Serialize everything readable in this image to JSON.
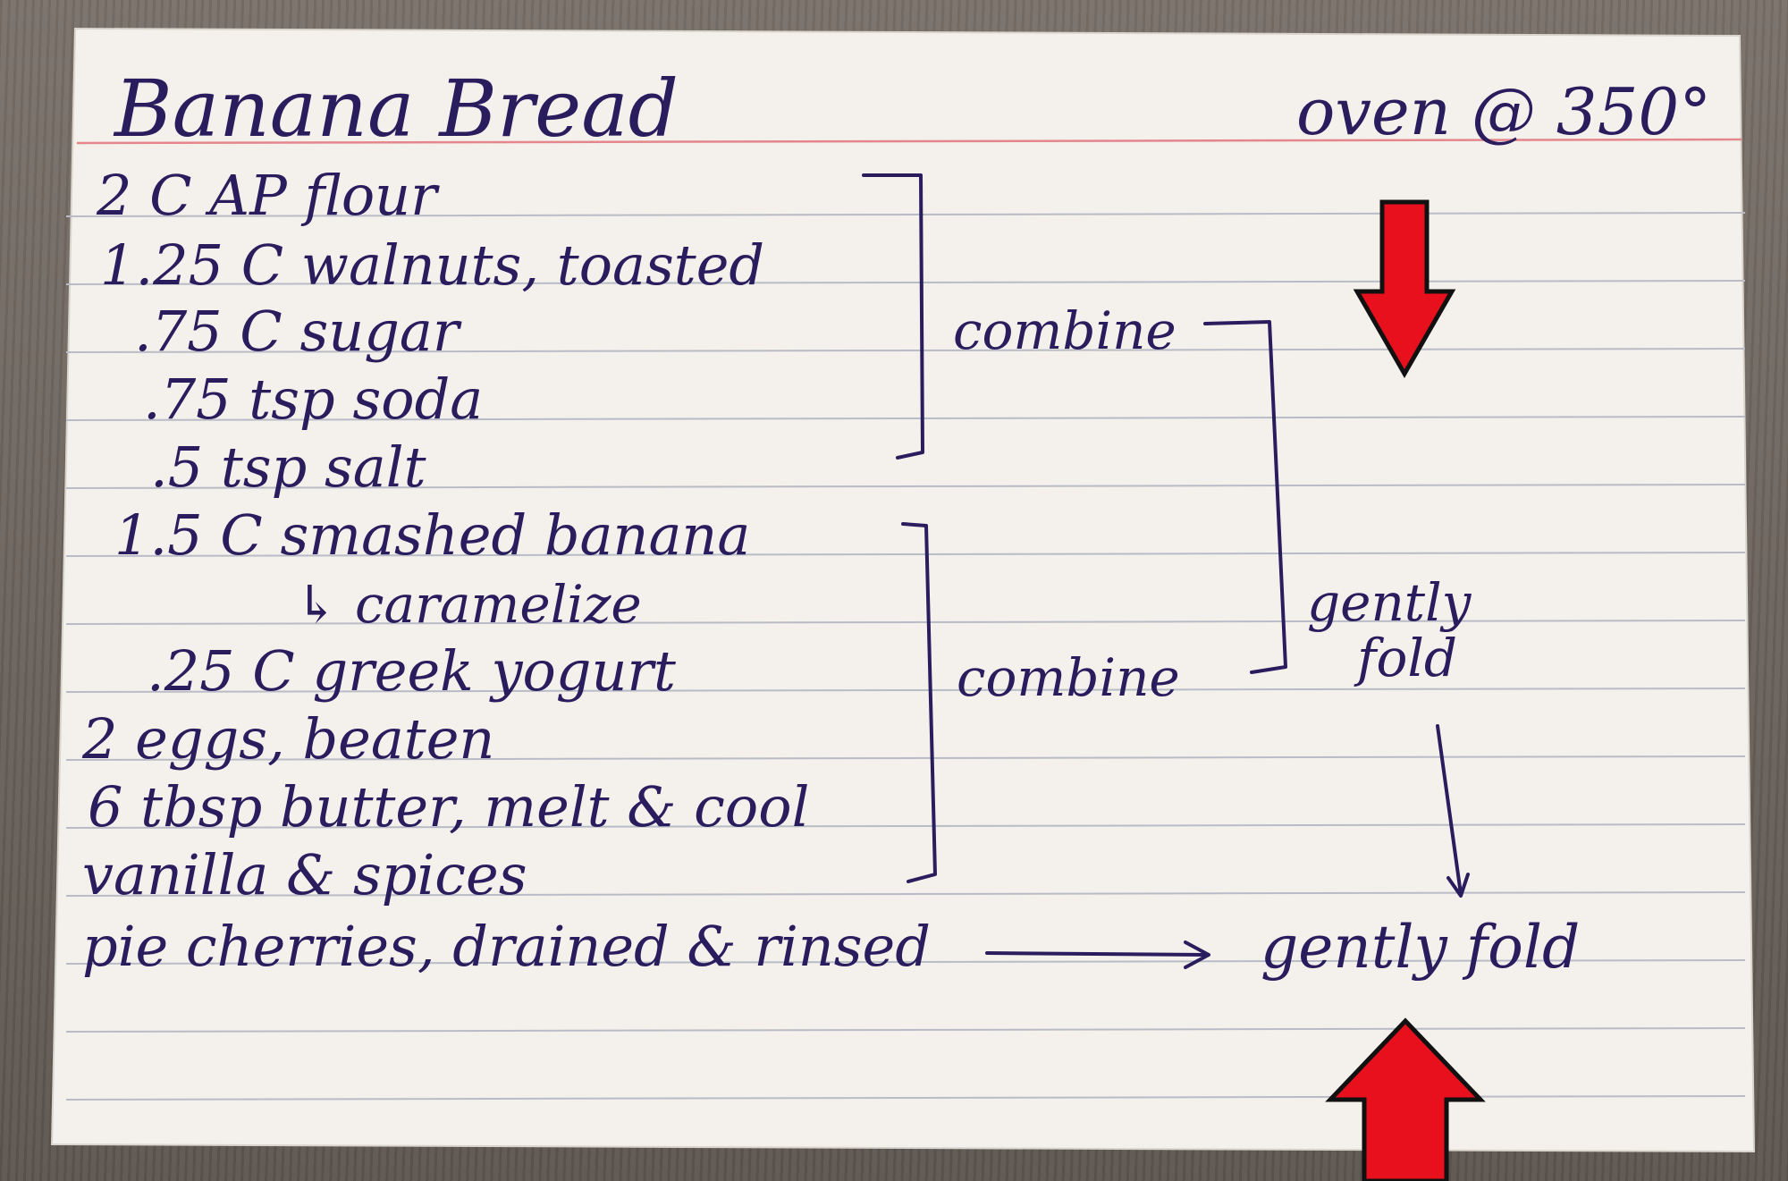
{
  "card": {
    "title": "Banana Bread",
    "oven_note": "oven @ 350°",
    "ingredients": [
      "2 C AP flour",
      "1.25 C walnuts, toasted",
      ".75 C sugar",
      ".75 tsp soda",
      ".5 tsp salt",
      "1.5 C smashed banana",
      "↳ caramelize",
      ".25 C greek yogurt",
      "2 eggs, beaten",
      "6 tbsp butter, melt & cool",
      "vanilla & spices",
      "pie cherries, drained & rinsed"
    ],
    "steps": {
      "combine_dry": "combine",
      "combine_wet": "combine",
      "fold_1_line1": "gently",
      "fold_1_line2": "fold",
      "fold_2": "gently fold"
    }
  },
  "colors": {
    "ink": "#2a1d5e",
    "red_margin_line": "#e5868c",
    "blue_lines": "#b9bcc6",
    "card_paper": "#f4f1ec",
    "arrow_red": "#e8101c"
  },
  "annotations": [
    {
      "type": "red-arrow",
      "direction": "down"
    },
    {
      "type": "red-arrow",
      "direction": "up"
    }
  ]
}
